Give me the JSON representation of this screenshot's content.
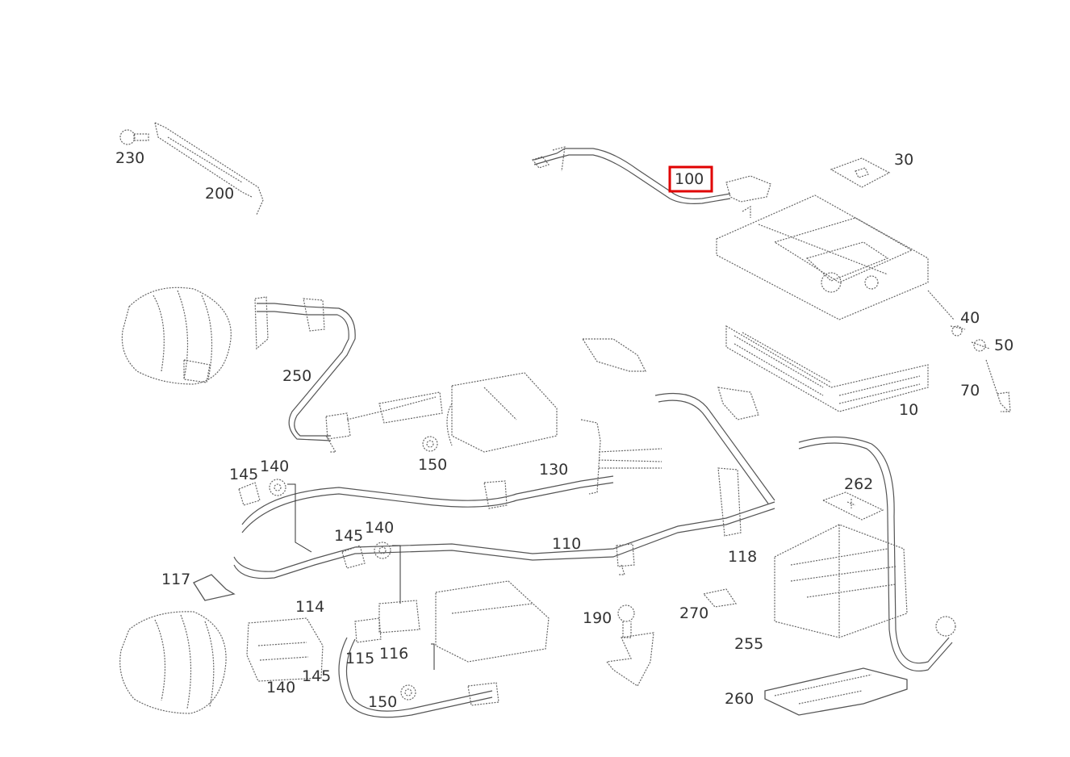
{
  "diagram": {
    "highlight_color": "#e00000",
    "callouts": [
      {
        "id": "c230",
        "label": "230"
      },
      {
        "id": "c200",
        "label": "200"
      },
      {
        "id": "c100",
        "label": "100",
        "highlighted": true
      },
      {
        "id": "c30",
        "label": "30"
      },
      {
        "id": "c40",
        "label": "40"
      },
      {
        "id": "c50",
        "label": "50"
      },
      {
        "id": "c70",
        "label": "70"
      },
      {
        "id": "c10",
        "label": "10"
      },
      {
        "id": "c250",
        "label": "250"
      },
      {
        "id": "c150a",
        "label": "150"
      },
      {
        "id": "c130",
        "label": "130"
      },
      {
        "id": "c262",
        "label": "262"
      },
      {
        "id": "c145a",
        "label": "145"
      },
      {
        "id": "c140a",
        "label": "140"
      },
      {
        "id": "c110",
        "label": "110"
      },
      {
        "id": "c118",
        "label": "118"
      },
      {
        "id": "c145b",
        "label": "145"
      },
      {
        "id": "c140b",
        "label": "140"
      },
      {
        "id": "c117",
        "label": "117"
      },
      {
        "id": "c114",
        "label": "114"
      },
      {
        "id": "c190",
        "label": "190"
      },
      {
        "id": "c270",
        "label": "270"
      },
      {
        "id": "c255",
        "label": "255"
      },
      {
        "id": "c115",
        "label": "115"
      },
      {
        "id": "c116",
        "label": "116"
      },
      {
        "id": "c145c",
        "label": "145"
      },
      {
        "id": "c140c",
        "label": "140"
      },
      {
        "id": "c150b",
        "label": "150"
      },
      {
        "id": "c260",
        "label": "260"
      }
    ]
  }
}
